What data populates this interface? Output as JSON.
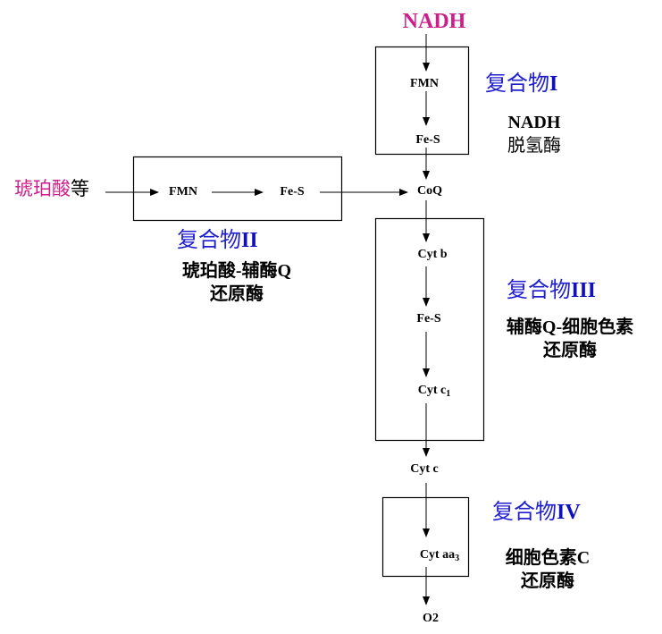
{
  "colors": {
    "input_text": "#cc1e8c",
    "complex_title": "#1f1fcf",
    "node_text": "#000000",
    "box_stroke": "#000000"
  },
  "inputs": {
    "nadh": "NADH",
    "succinate_prefix": "琥珀酸",
    "succinate_suffix": "等"
  },
  "complex_1": {
    "title": "复合物",
    "roman": "I",
    "desc_line1": "NADH",
    "desc_line2": "脱氢酶",
    "nodes": [
      "FMN",
      "Fe-S"
    ]
  },
  "complex_2": {
    "title": "复合物",
    "roman": "II",
    "desc_line1": "琥珀酸-辅酶Q",
    "desc_line2": "还原酶",
    "nodes": [
      "FMN",
      "Fe-S"
    ]
  },
  "coq": "CoQ",
  "complex_3": {
    "title": "复合物",
    "roman": "III",
    "desc_line1": "辅酶Q-细胞色素",
    "desc_line2": "还原酶",
    "nodes": {
      "cyt_b": "Cyt b",
      "fes": "Fe-S",
      "cyt_c1_base": "Cyt c",
      "cyt_c1_sub": "1"
    }
  },
  "cyt_c": "Cyt c",
  "complex_4": {
    "title": "复合物",
    "roman": "IV",
    "desc_line1": "细胞色素C",
    "desc_line2": "还原酶",
    "nodes": {
      "cyt_aa3_base": "Cyt aa",
      "cyt_aa3_sub": "3"
    }
  },
  "output": "O2"
}
